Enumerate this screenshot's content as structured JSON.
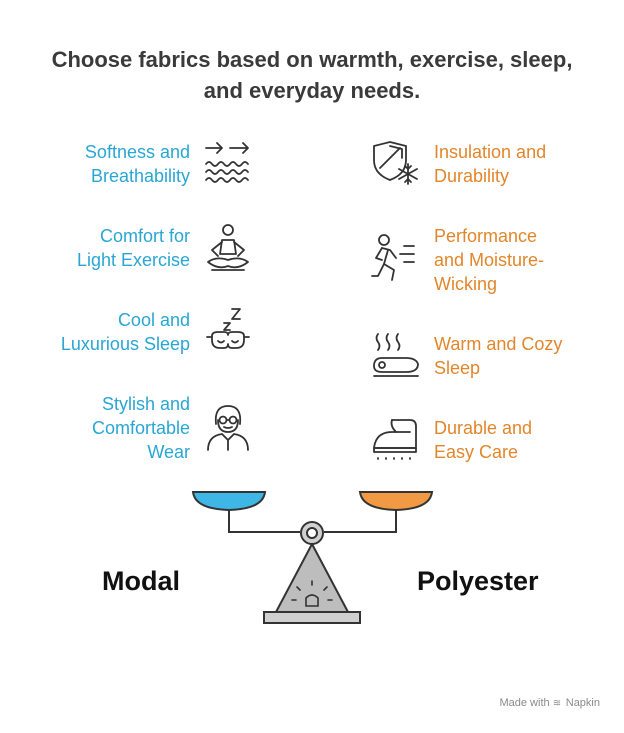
{
  "title": {
    "line1": "Choose fabrics based on warmth, exercise, sleep,",
    "line2": "and everyday needs."
  },
  "modal": {
    "label": "Modal",
    "color": "#29a6d4",
    "items": [
      {
        "line1": "Softness and",
        "line2": "Breathability",
        "icon": "air-waves-icon"
      },
      {
        "line1": "Comfort for",
        "line2": "Light Exercise",
        "icon": "meditation-icon"
      },
      {
        "line1": "Cool and",
        "line2": "Luxurious Sleep",
        "icon": "sleep-mask-icon"
      },
      {
        "line1": "Stylish and",
        "line2": "Comfortable",
        "line3": "Wear",
        "icon": "person-glasses-icon"
      }
    ]
  },
  "polyester": {
    "label": "Polyester",
    "color": "#e2862b",
    "items": [
      {
        "line1": "Insulation and",
        "line2": "Durability",
        "icon": "shield-snowflake-icon"
      },
      {
        "line1": "Performance",
        "line2": "and Moisture-",
        "line3": "Wicking",
        "icon": "running-person-icon"
      },
      {
        "line1": "Warm and Cozy",
        "line2": "Sleep",
        "icon": "warm-bed-icon"
      },
      {
        "line1": "Durable and",
        "line2": "Easy Care",
        "icon": "steam-iron-icon"
      }
    ]
  },
  "footer": {
    "made_with": "Made with",
    "brand": "Napkin"
  }
}
